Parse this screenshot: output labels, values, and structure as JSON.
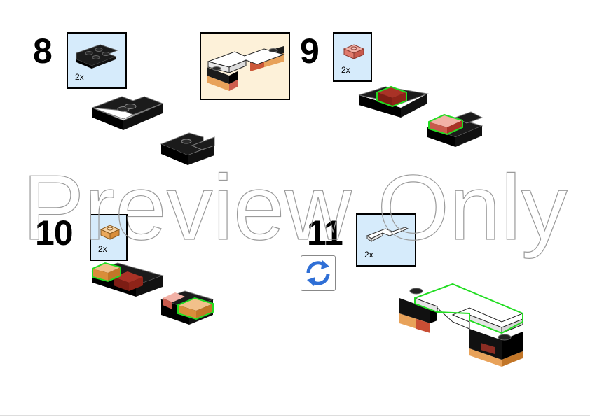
{
  "steps": [
    {
      "number": "8",
      "parts_qty": "2x",
      "part_icon": "black-l-plate-icon"
    },
    {
      "number": "9",
      "parts_qty": "2x",
      "part_icon": "trans-red-plate-icon"
    },
    {
      "number": "10",
      "parts_qty": "2x",
      "part_icon": "trans-orange-plate-icon"
    },
    {
      "number": "11",
      "parts_qty": "2x",
      "part_icon": "white-l-tile-icon"
    }
  ],
  "rotate_icon": "rotate-arrows-icon",
  "watermark": "Preview Only",
  "colors": {
    "parts_box_bg": "#d6ebfb",
    "submodel_bg": "#fdf1d9",
    "highlight": "#22dd22",
    "black_brick": "#1b1b1b",
    "trans_red": "#c0392b",
    "trans_orange": "#e8a25a",
    "rotate_blue": "#2f6fd6"
  }
}
